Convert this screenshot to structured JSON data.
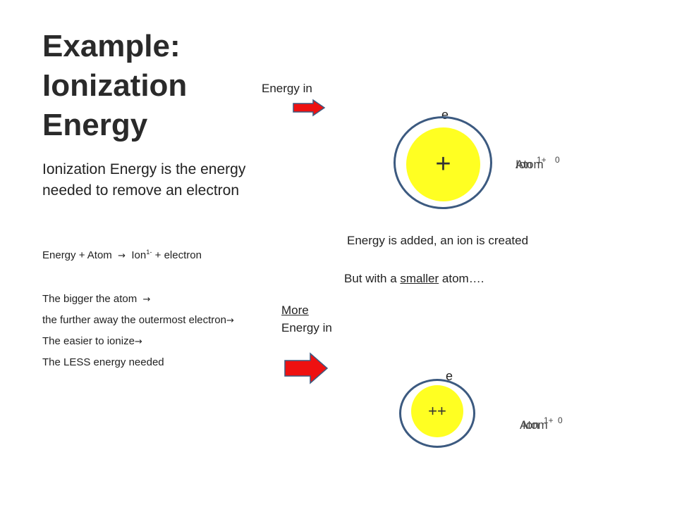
{
  "title": {
    "line1": "Example:",
    "line2": "Ionization",
    "line3": "Energy"
  },
  "intro": "Ionization Energy is the energy needed to remove an electron",
  "equation": {
    "energy_atom": "Energy + Atom",
    "ion": "Ion",
    "ion_charge": "1-",
    "electron": "+  electron"
  },
  "steps": [
    "The bigger the atom",
    "the further away the outermost electron",
    "The easier to ionize",
    "The LESS energy needed"
  ],
  "top_diagram": {
    "energy_label": "Energy in",
    "electron": "e",
    "nucleus_sign": "+",
    "state_labels": {
      "atom": "Atom",
      "ion": "Ion",
      "charge_1": "1+",
      "charge_0": "0"
    },
    "caption": "Energy is added, an ion is created"
  },
  "comparison": {
    "prefix": "But with a ",
    "emphasis": "smaller",
    "suffix": " atom…."
  },
  "bottom_diagram": {
    "energy_more": "More",
    "energy_in": "Energy in",
    "electron": "e",
    "nucleus_sign": "++",
    "state_labels": {
      "atom": "Atom",
      "ion": "Ion",
      "charge_1": "1+",
      "charge_0": "0"
    }
  },
  "colors": {
    "nucleus": "#ffff22",
    "shell": "#3c5a80",
    "arrow": "#ee1111"
  }
}
